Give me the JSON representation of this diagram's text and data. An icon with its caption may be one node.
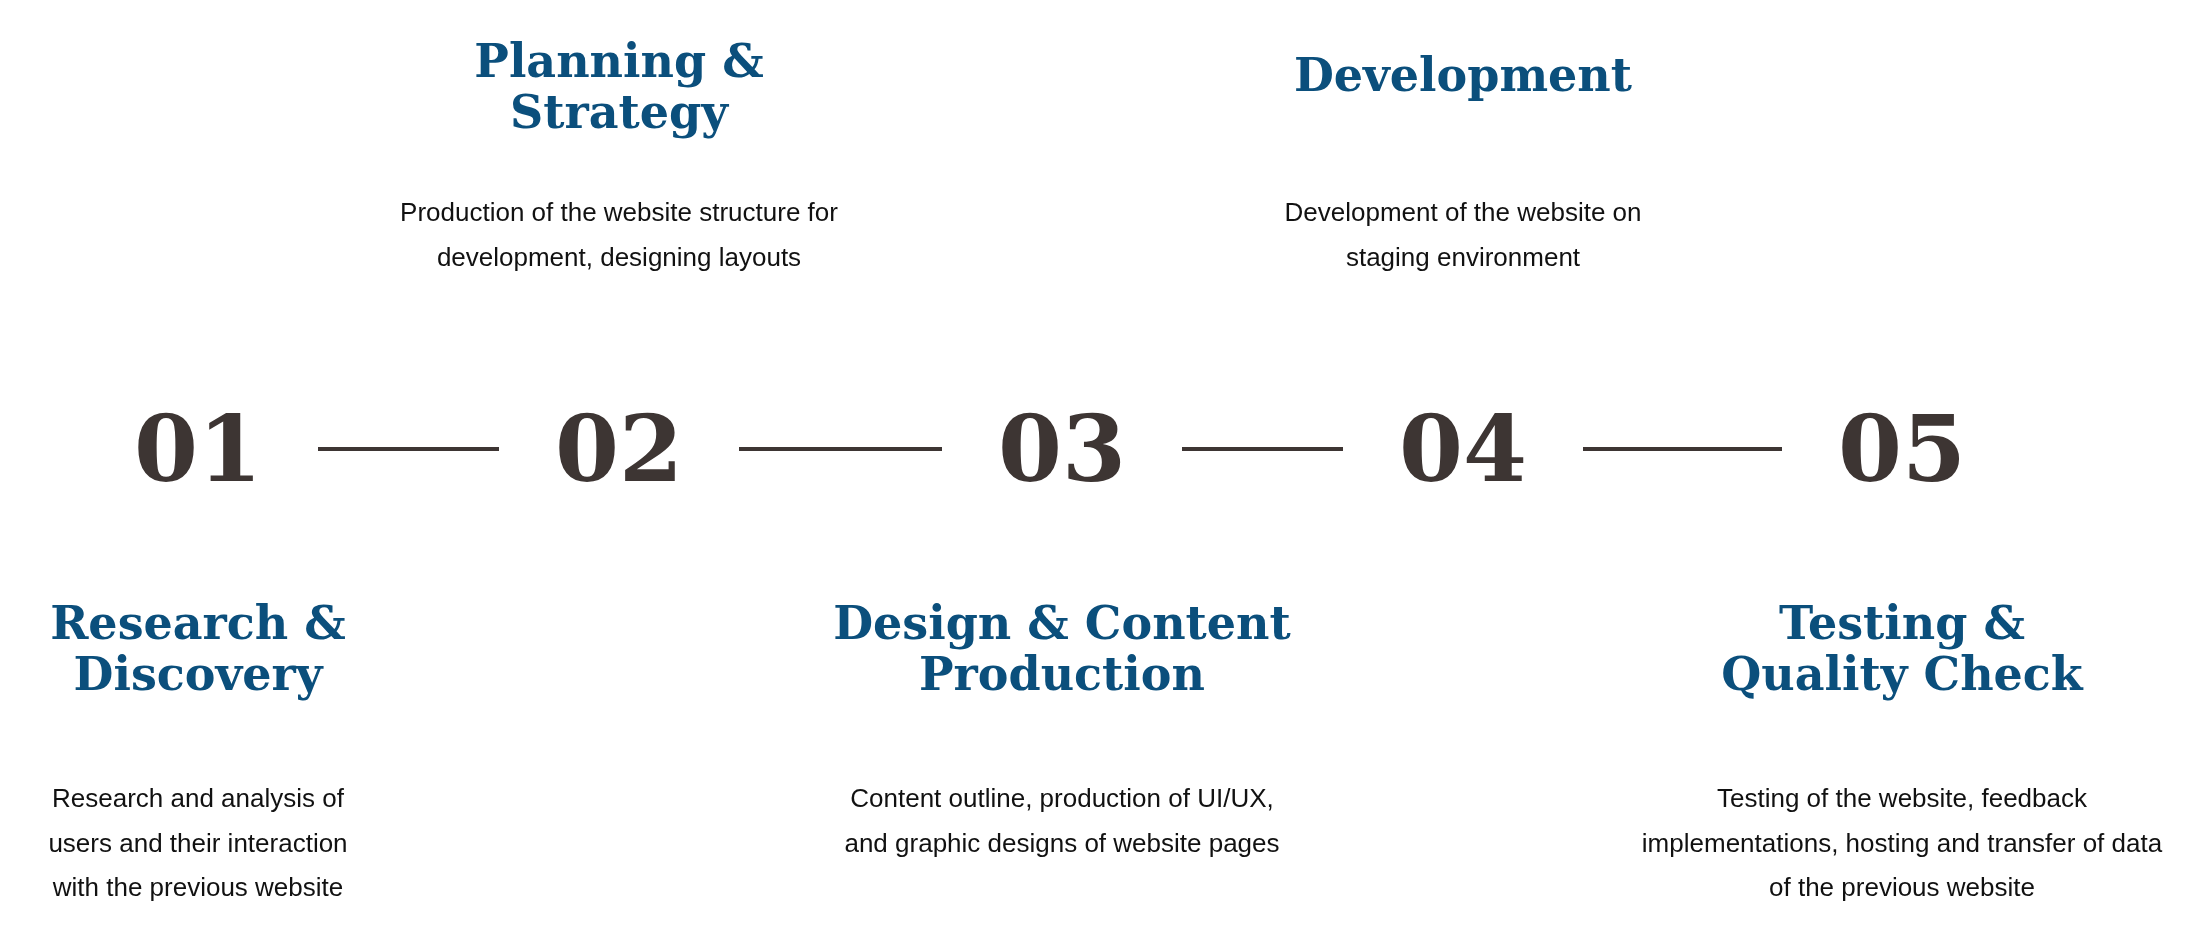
{
  "diagram": {
    "nodes": [
      {
        "text": [
          "01"
        ]
      },
      {
        "text": [
          "02"
        ]
      },
      {
        "text": [
          "03"
        ]
      },
      {
        "text": [
          "04"
        ]
      },
      {
        "text": [
          "05"
        ]
      }
    ],
    "edges": [
      {
        "from": 0,
        "to": 1,
        "arrow": "none"
      },
      {
        "from": 1,
        "to": 2,
        "arrow": "none"
      },
      {
        "from": 2,
        "to": 3,
        "arrow": "none"
      },
      {
        "from": 3,
        "to": 4,
        "arrow": "none"
      }
    ],
    "labels": [
      "Planning & Strategy",
      "Development",
      "Production of the website structure for development, designing layouts",
      "Development of the website on staging environment",
      "Research & Discovery",
      "Design & Content Production",
      "Testing & Quality Check",
      "Research and analysis of users and their interaction with the previous website",
      "Content outline, production of UI/UX, and graphic designs of website pages",
      "Testing of the website, feedback implementations, hosting and transfer of data of the previous website"
    ]
  }
}
